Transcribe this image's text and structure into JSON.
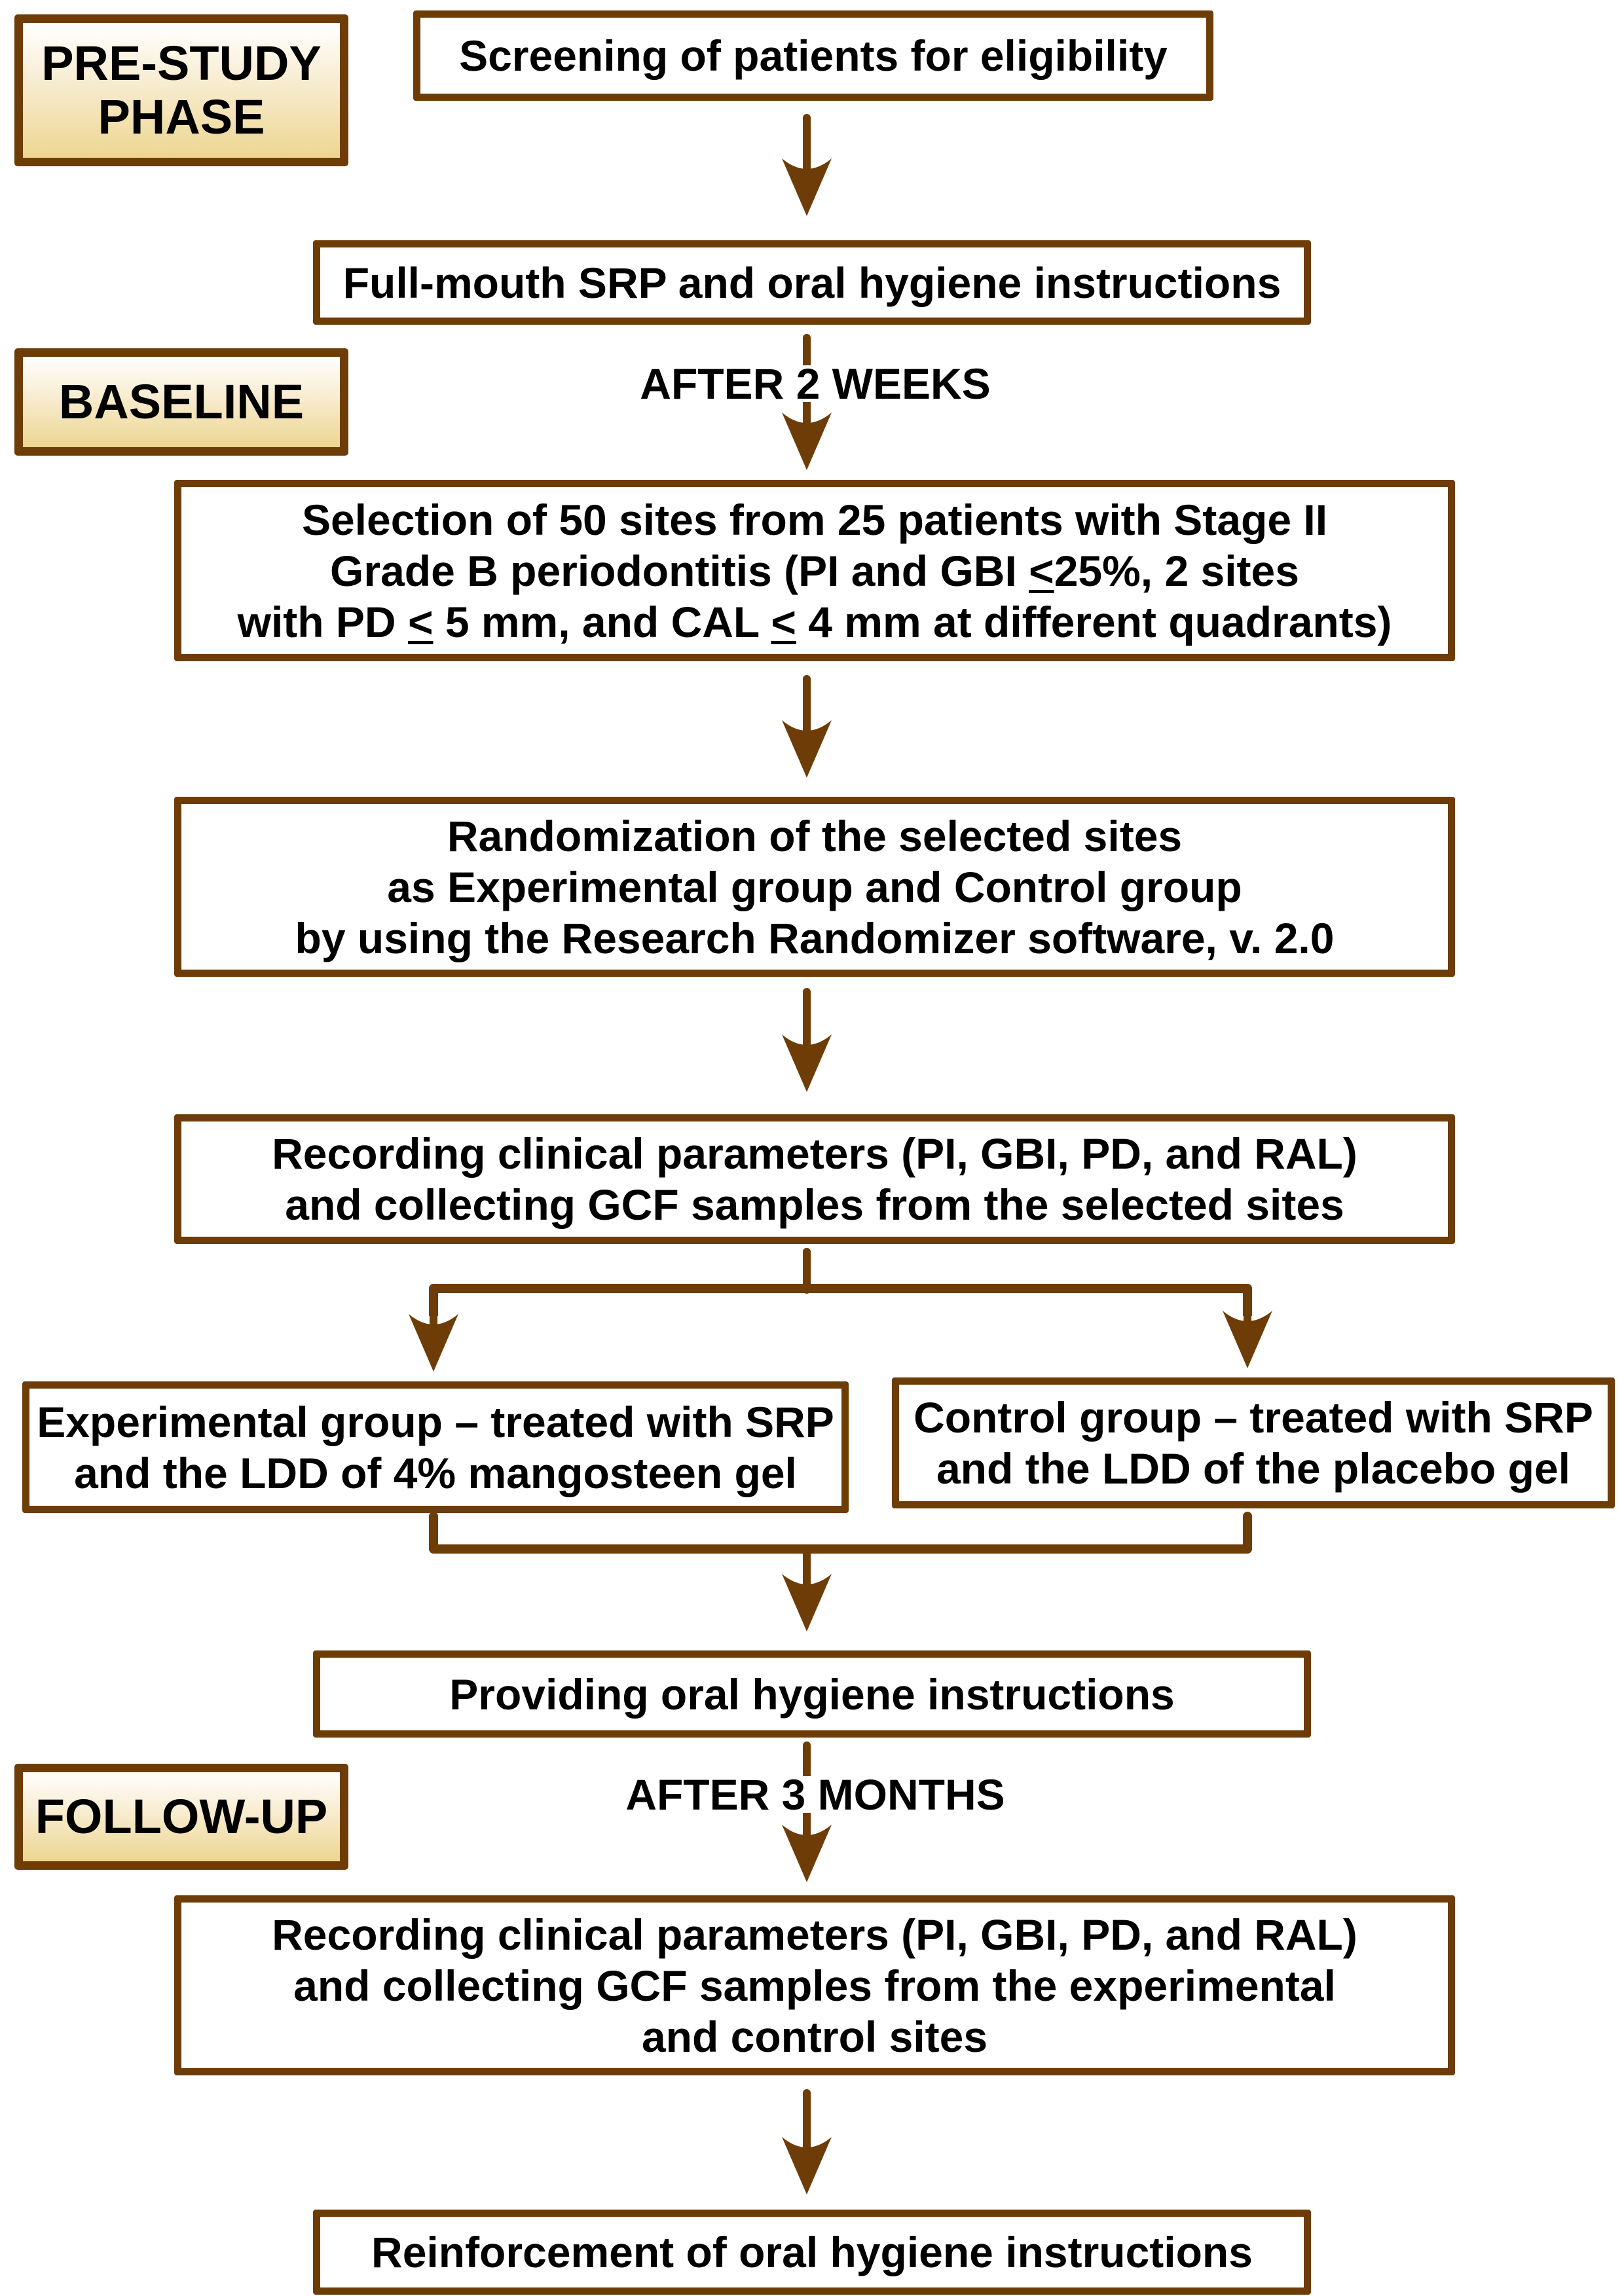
{
  "figure": {
    "colors": {
      "border": "#6E3C06",
      "arrow": "#6E3C06",
      "tag_gradient_top": "#ffffff",
      "tag_gradient_bottom": "#ECD690",
      "text": "#000000",
      "background": "#ffffff"
    },
    "phase_tags": [
      {
        "id": "pre-study",
        "lines": [
          "PRE-STUDY",
          "PHASE"
        ]
      },
      {
        "id": "baseline",
        "lines": [
          "BASELINE"
        ]
      },
      {
        "id": "follow-up",
        "lines": [
          "FOLLOW-UP"
        ]
      }
    ],
    "intervals": [
      {
        "id": "after-2-weeks",
        "text": "AFTER 2 WEEKS"
      },
      {
        "id": "after-3-months",
        "text": "AFTER 3 MONTHS"
      }
    ],
    "steps": [
      {
        "id": "screening",
        "lines": [
          "Screening of patients for eligibility"
        ]
      },
      {
        "id": "full-mouth-srp",
        "lines": [
          "Full-mouth SRP and oral hygiene instructions"
        ]
      },
      {
        "id": "site-selection",
        "lines": [
          "Selection of 50 sites from 25 patients with Stage II",
          "Grade B periodontitis (PI and GBI ≤25%, 2 sites",
          "with PD ≤ 5 mm, and CAL ≤ 4 mm at different quadrants)"
        ]
      },
      {
        "id": "randomization",
        "lines": [
          "Randomization of the selected sites",
          "as Experimental group and Control group",
          "by using the Research Randomizer software, v. 2.0"
        ]
      },
      {
        "id": "baseline-recording",
        "lines": [
          "Recording clinical parameters (PI, GBI, PD, and RAL)",
          "and collecting GCF samples from the selected sites"
        ]
      },
      {
        "id": "experimental-group",
        "lines": [
          "Experimental group – treated with SRP",
          "and the LDD of 4% mangosteen gel"
        ]
      },
      {
        "id": "control-group",
        "lines": [
          "Control group – treated with SRP",
          "and the LDD of the placebo gel"
        ]
      },
      {
        "id": "oral-hygiene-instructions",
        "lines": [
          "Providing oral hygiene instructions"
        ]
      },
      {
        "id": "follow-up-recording",
        "lines": [
          "Recording clinical parameters (PI, GBI, PD, and RAL)",
          "and collecting GCF samples from the experimental",
          "and control sites"
        ]
      },
      {
        "id": "reinforcement",
        "lines": [
          "Reinforcement of oral hygiene instructions"
        ]
      }
    ]
  }
}
